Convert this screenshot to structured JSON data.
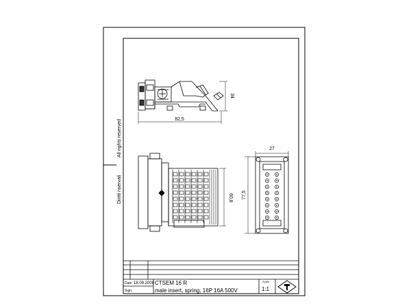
{
  "sheet": {
    "side_note_left": "Diritti riservati",
    "side_note_right": "All rights reserved"
  },
  "dimensions": {
    "top_width": "82,5",
    "top_height": "34",
    "side_height": "60,8",
    "front_width": "27",
    "front_height": "77,5"
  },
  "title_block": {
    "date_label": "Date",
    "date_value": "18.09.2008",
    "sign_label": "Sign.",
    "part_code": "CTSEM 16 R",
    "description": "male insert, spring, 16P 16A 500V",
    "scale_label": "Scale",
    "scale_value": "1:1"
  }
}
